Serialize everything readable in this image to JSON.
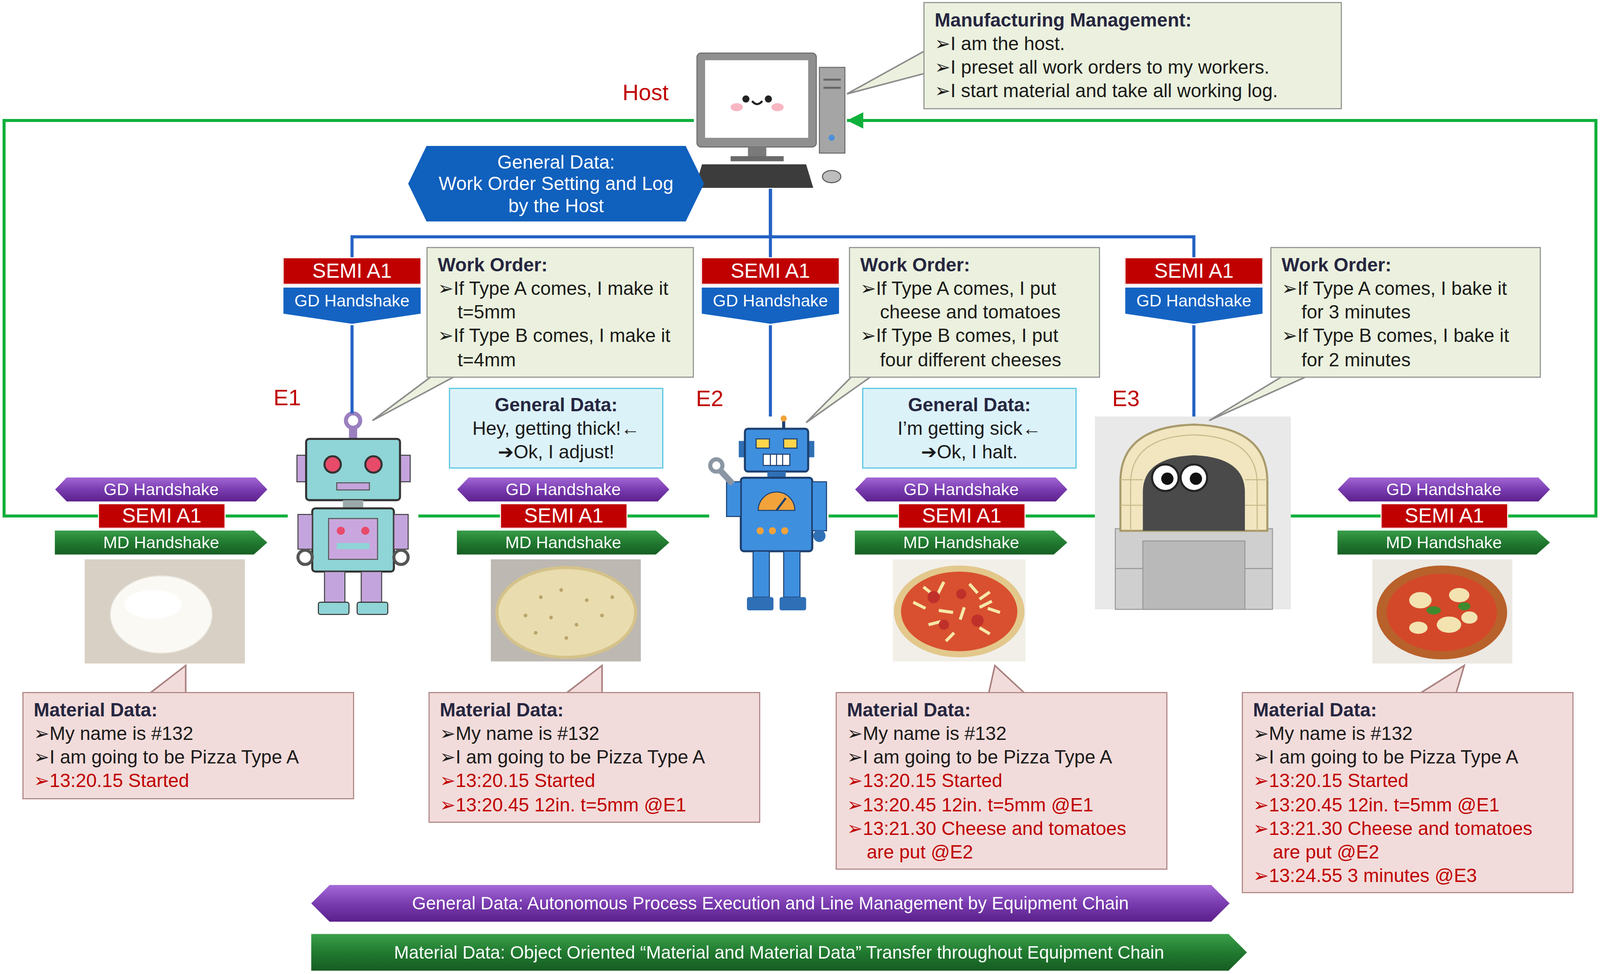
{
  "diagram": {
    "nodes": [
      {
        "text": [
          "Manufacturing Management:",
          "➢I am the host.",
          "➢I preset all work orders to my workers.",
          "➢I start material and take all working log."
        ]
      },
      {
        "text": [
          "Host"
        ]
      },
      {
        "text": [
          "General Data:",
          "Work Order Setting and Log by the Host"
        ]
      },
      {
        "text": [
          "SEMI A1"
        ]
      },
      {
        "text": [
          "GD Handshake"
        ]
      },
      {
        "text": [
          "Work Order:",
          "➢If Type A comes, I make it t=5mm",
          "➢If Type B comes, I make it t=4mm"
        ]
      },
      {
        "text": [
          "SEMI A1"
        ]
      },
      {
        "text": [
          "GD Handshake"
        ]
      },
      {
        "text": [
          "Work Order:",
          "➢If Type A comes, I put cheese and tomatoes",
          "➢If Type B comes, I put four different cheeses"
        ]
      },
      {
        "text": [
          "SEMI A1"
        ]
      },
      {
        "text": [
          "GD Handshake"
        ]
      },
      {
        "text": [
          "Work Order:",
          "➢If Type A comes, I bake it for 3 minutes",
          "➢If Type B comes, I bake it for 2 minutes"
        ]
      },
      {
        "text": [
          "E1"
        ]
      },
      {
        "text": [
          "General Data:",
          "Hey, getting thick!←",
          "➔Ok, I adjust!"
        ]
      },
      {
        "text": [
          "E2"
        ]
      },
      {
        "text": [
          "General Data:",
          "I’m getting sick←",
          "➔Ok, I halt."
        ]
      },
      {
        "text": [
          "E3"
        ]
      },
      {
        "text": [
          "GD Handshake"
        ]
      },
      {
        "text": [
          "SEMI A1"
        ]
      },
      {
        "text": [
          "MD Handshake"
        ]
      },
      {
        "text": [
          "GD Handshake"
        ]
      },
      {
        "text": [
          "SEMI A1"
        ]
      },
      {
        "text": [
          "MD Handshake"
        ]
      },
      {
        "text": [
          "GD Handshake"
        ]
      },
      {
        "text": [
          "SEMI A1"
        ]
      },
      {
        "text": [
          "MD Handshake"
        ]
      },
      {
        "text": [
          "GD Handshake"
        ]
      },
      {
        "text": [
          "SEMI A1"
        ]
      },
      {
        "text": [
          "MD Handshake"
        ]
      },
      {
        "text": [
          "Material Data:",
          "➢My name is #132",
          "➢I am going to be Pizza Type A",
          "➢13:20.15 Started"
        ]
      },
      {
        "text": [
          "Material Data:",
          "➢My name is #132",
          "➢I am going to be Pizza Type A",
          "➢13:20.15 Started",
          "➢13:20.45 12in. t=5mm @E1"
        ]
      },
      {
        "text": [
          "Material Data:",
          "➢My name is #132",
          "➢I am going to be Pizza Type A",
          "➢13:20.15 Started",
          "➢13:20.45 12in. t=5mm @E1",
          "➢13:21.30 Cheese and tomatoes are put @E2"
        ]
      },
      {
        "text": [
          "Material Data:",
          "➢My name is #132",
          "➢I am going to be Pizza Type A",
          "➢13:20.15 Started",
          "➢13:20.45 12in. t=5mm @E1",
          "➢13:21.30 Cheese and tomatoes are put @E2",
          "➢13:24.55 3 minutes @E3"
        ]
      },
      {
        "text": [
          "General Data: Autonomous Process Execution and Line Management by Equipment Chain"
        ]
      },
      {
        "text": [
          "Material Data: Object Oriented “Material and Material Data” Transfer throughout Equipment Chain"
        ]
      }
    ],
    "edges": [
      {
        "from": 1,
        "to": 3,
        "arrow": "none"
      },
      {
        "from": 1,
        "to": 6,
        "arrow": "none"
      },
      {
        "from": 1,
        "to": 9,
        "arrow": "none"
      },
      {
        "from": 4,
        "to": 12,
        "arrow": "none"
      },
      {
        "from": 7,
        "to": 14,
        "arrow": "none"
      },
      {
        "from": 10,
        "to": 16,
        "arrow": "none"
      },
      {
        "from": 1,
        "to": 18,
        "arrow": "none"
      },
      {
        "from": 18,
        "to": 12,
        "arrow": "none"
      },
      {
        "from": 12,
        "to": 21,
        "arrow": "none"
      },
      {
        "from": 21,
        "to": 14,
        "arrow": "none"
      },
      {
        "from": 14,
        "to": 24,
        "arrow": "none"
      },
      {
        "from": 24,
        "to": 16,
        "arrow": "none"
      },
      {
        "from": 16,
        "to": 27,
        "arrow": "none"
      },
      {
        "from": 27,
        "to": 1,
        "arrow": "to"
      }
    ]
  }
}
